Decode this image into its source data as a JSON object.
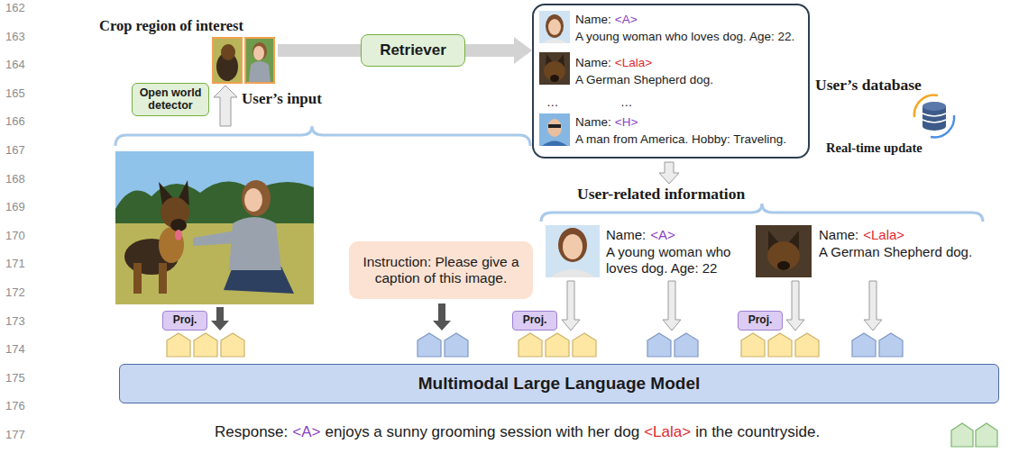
{
  "diagram": {
    "nodes": [
      {
        "text": [
          "Open world detector"
        ]
      },
      {
        "text": [
          "Retriever"
        ]
      },
      {
        "text": [
          "Name:",
          "<A>",
          "A young woman who loves dog. Age: 22.",
          "Name:",
          "<Lala>",
          "A German Shepherd dog.",
          "…",
          "…",
          "Name:",
          "<H>",
          "A man from America. Hobby: Traveling."
        ]
      },
      {
        "text": [
          "Instruction: Please give a caption of this image."
        ]
      },
      {
        "text": [
          "Proj."
        ]
      },
      {
        "text": [
          "Proj."
        ]
      },
      {
        "text": [
          "Proj."
        ]
      },
      {
        "text": [
          "Multimodal Large Language Model"
        ]
      }
    ],
    "edges": [
      {
        "from": 1,
        "to": 2,
        "arrow": "to"
      }
    ],
    "labels": [
      "162",
      "163",
      "164",
      "165",
      "166",
      "167",
      "168",
      "169",
      "170",
      "171",
      "172",
      "173",
      "174",
      "175",
      "176",
      "177",
      "Crop region of interest",
      "User’s input",
      "User’s database",
      "Real-time update",
      "User-related information",
      "Name:",
      "<A>",
      "A young woman who loves dog. Age: 22",
      "Name:",
      "<Lala>",
      "A German Shepherd dog.",
      "Response:",
      "<A>",
      "enjoys a sunny grooming session with her dog",
      "<Lala>",
      "in the countryside."
    ]
  }
}
